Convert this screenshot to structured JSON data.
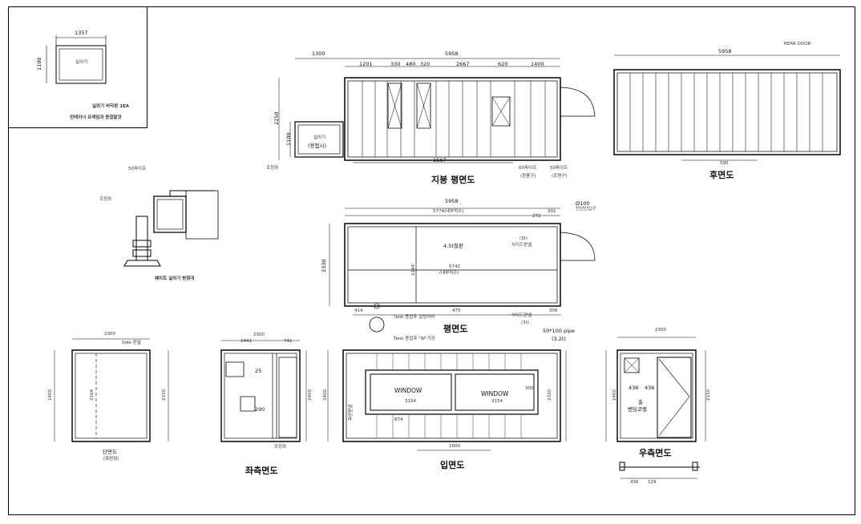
{
  "inset": {
    "dim_width": "1357",
    "dim_height": "1100",
    "box_label": "실외기",
    "note_line1": "실외기 바닥판 1EA",
    "note_line2": "컨테이너 프레임과 용접할것"
  },
  "roof_plan": {
    "title": "지붕 평면도",
    "dim_overall": "5958",
    "dim_left": "1300",
    "dims_top": [
      "1201",
      "330",
      "480",
      "320",
      "2667",
      "620",
      "1400"
    ],
    "dim_bottom": "1567",
    "dim_height": "2250",
    "dim_unit_h": "1100",
    "unit_label": "실외기",
    "unit_sub": "(용접시)",
    "leader_left": "조정좌",
    "leader_mid": "60파이프",
    "leader_mid_sub": "(환풍구)",
    "leader_right": "50파이프",
    "leader_right_sub": "(조명구)"
  },
  "rear_elev": {
    "title": "후면도",
    "dim_overall": "5958",
    "rear_door": "REAR DOOR",
    "dim_bottom": "590"
  },
  "detail": {
    "label_pipe": "50파이프",
    "label_adjuster": "조정좌",
    "title": "웨이트 실외기 받침대"
  },
  "floor_plan": {
    "title": "평면도",
    "dim_overall": "5958",
    "dim_inner": "5774(내부치수)",
    "dim_272": "272",
    "dim_391": "391",
    "dim_pipe": "Ø100",
    "pipe_note": "전선인입구",
    "center_label": "4.5t철판",
    "center_sub": "(3t)",
    "side_panel": "사이드판넬",
    "dim_5742": "5742",
    "dim_5742_sub": "(내부치수)",
    "dim_height": "2330",
    "dim_2144": "2144",
    "dims_bottom": [
      "414",
      "475",
      "306"
    ],
    "side_panel_bottom": "사이드판넬",
    "side_panel_bottom_sub": "(3t)",
    "tank_note1": "Tank 용접후 실링처리",
    "tank_note2": "Tank 용접후 \"W\"가공"
  },
  "section": {
    "title": "단면도",
    "subtitle": "(폭방향)",
    "dim_width": "2300",
    "dim_height": "2400",
    "dim_inner": "2164",
    "dim_right": "2150",
    "dim_top_note": "Side 판넬"
  },
  "left_elev": {
    "title": "좌측면도",
    "dim_overall": "2300",
    "dims_top": [
      "1441",
      "741"
    ],
    "dim_height": "2400",
    "dim_290": "290",
    "dim_25": "25",
    "leader": "조정좌"
  },
  "front_elev": {
    "title": "입면도",
    "pipe_label": "50*100 pipe",
    "pipe_sub": "(3.2t)",
    "window_left": "WINDOW",
    "window_right": "WINDOW",
    "dim_left_w": "3154",
    "dim_right_w": "3154",
    "dim_bottom": "1600",
    "dim_height": "2400",
    "dim_right_h": "2330",
    "dim_300": "300",
    "dim_874": "874",
    "side_note": "측면판넬"
  },
  "right_elev": {
    "title": "우측면도",
    "dim_overall": "2300",
    "dim_436a": "436",
    "dim_436b": "436",
    "dim_height": "2400",
    "dim_inner": "2150",
    "door_label": "출",
    "door_sub": "벤딩코벨",
    "detail_dims": [
      "436",
      "129"
    ]
  }
}
